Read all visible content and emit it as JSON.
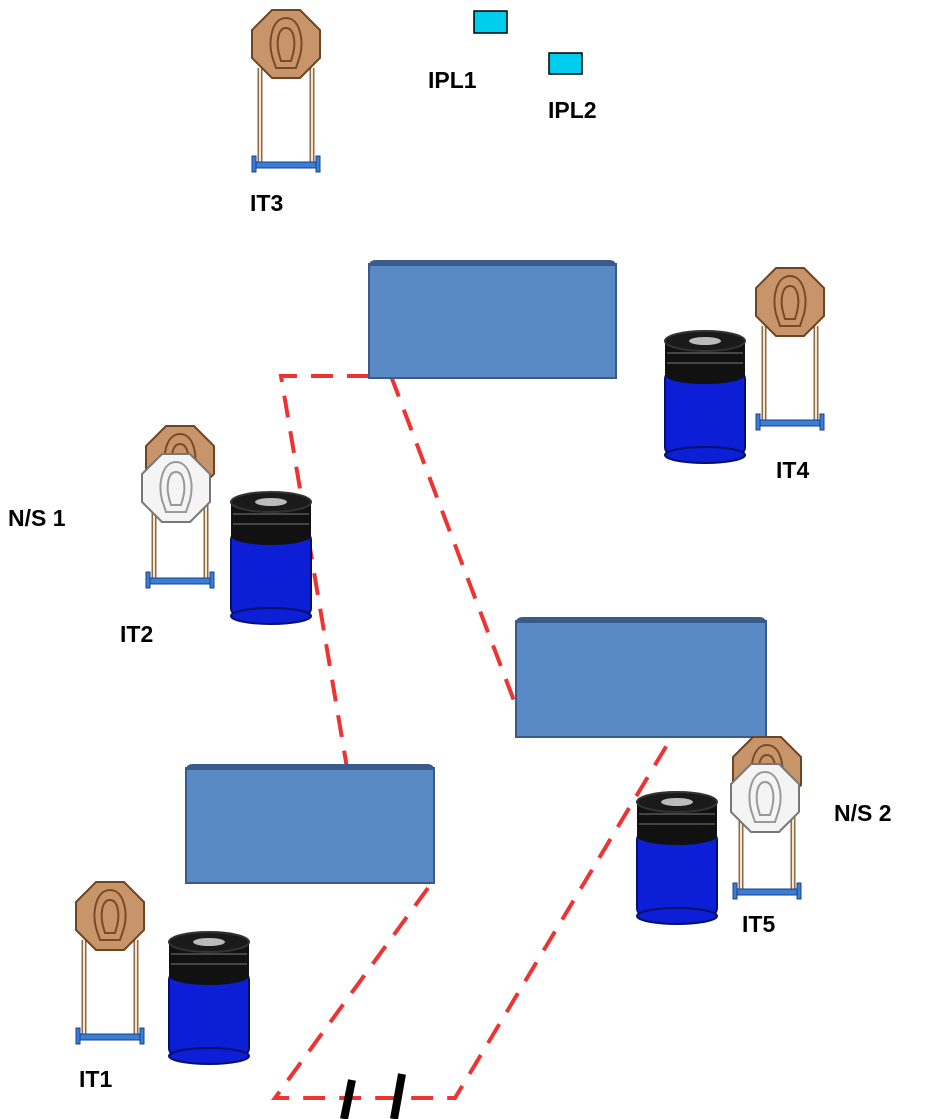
{
  "labels": {
    "it1": "IT1",
    "it2": "IT2",
    "it3": "IT3",
    "it4": "IT4",
    "it5": "IT5",
    "ns1": "N/S 1",
    "ns2": "N/S 2",
    "ipl1": "IPL1",
    "ipl2": "IPL2"
  },
  "colors": {
    "target": "#c8956a",
    "target_rings": "#7a4a25",
    "no_shoot": "#f4f4f4",
    "stand": "#3a7fd5",
    "barrel_body": "#0c1fd6",
    "barrel_lid": "#111111",
    "wall_fill": "#5a8ac6",
    "wall_top": "#3a5a8a",
    "fault_line": "#ee3333",
    "popper": "#00ccee"
  }
}
